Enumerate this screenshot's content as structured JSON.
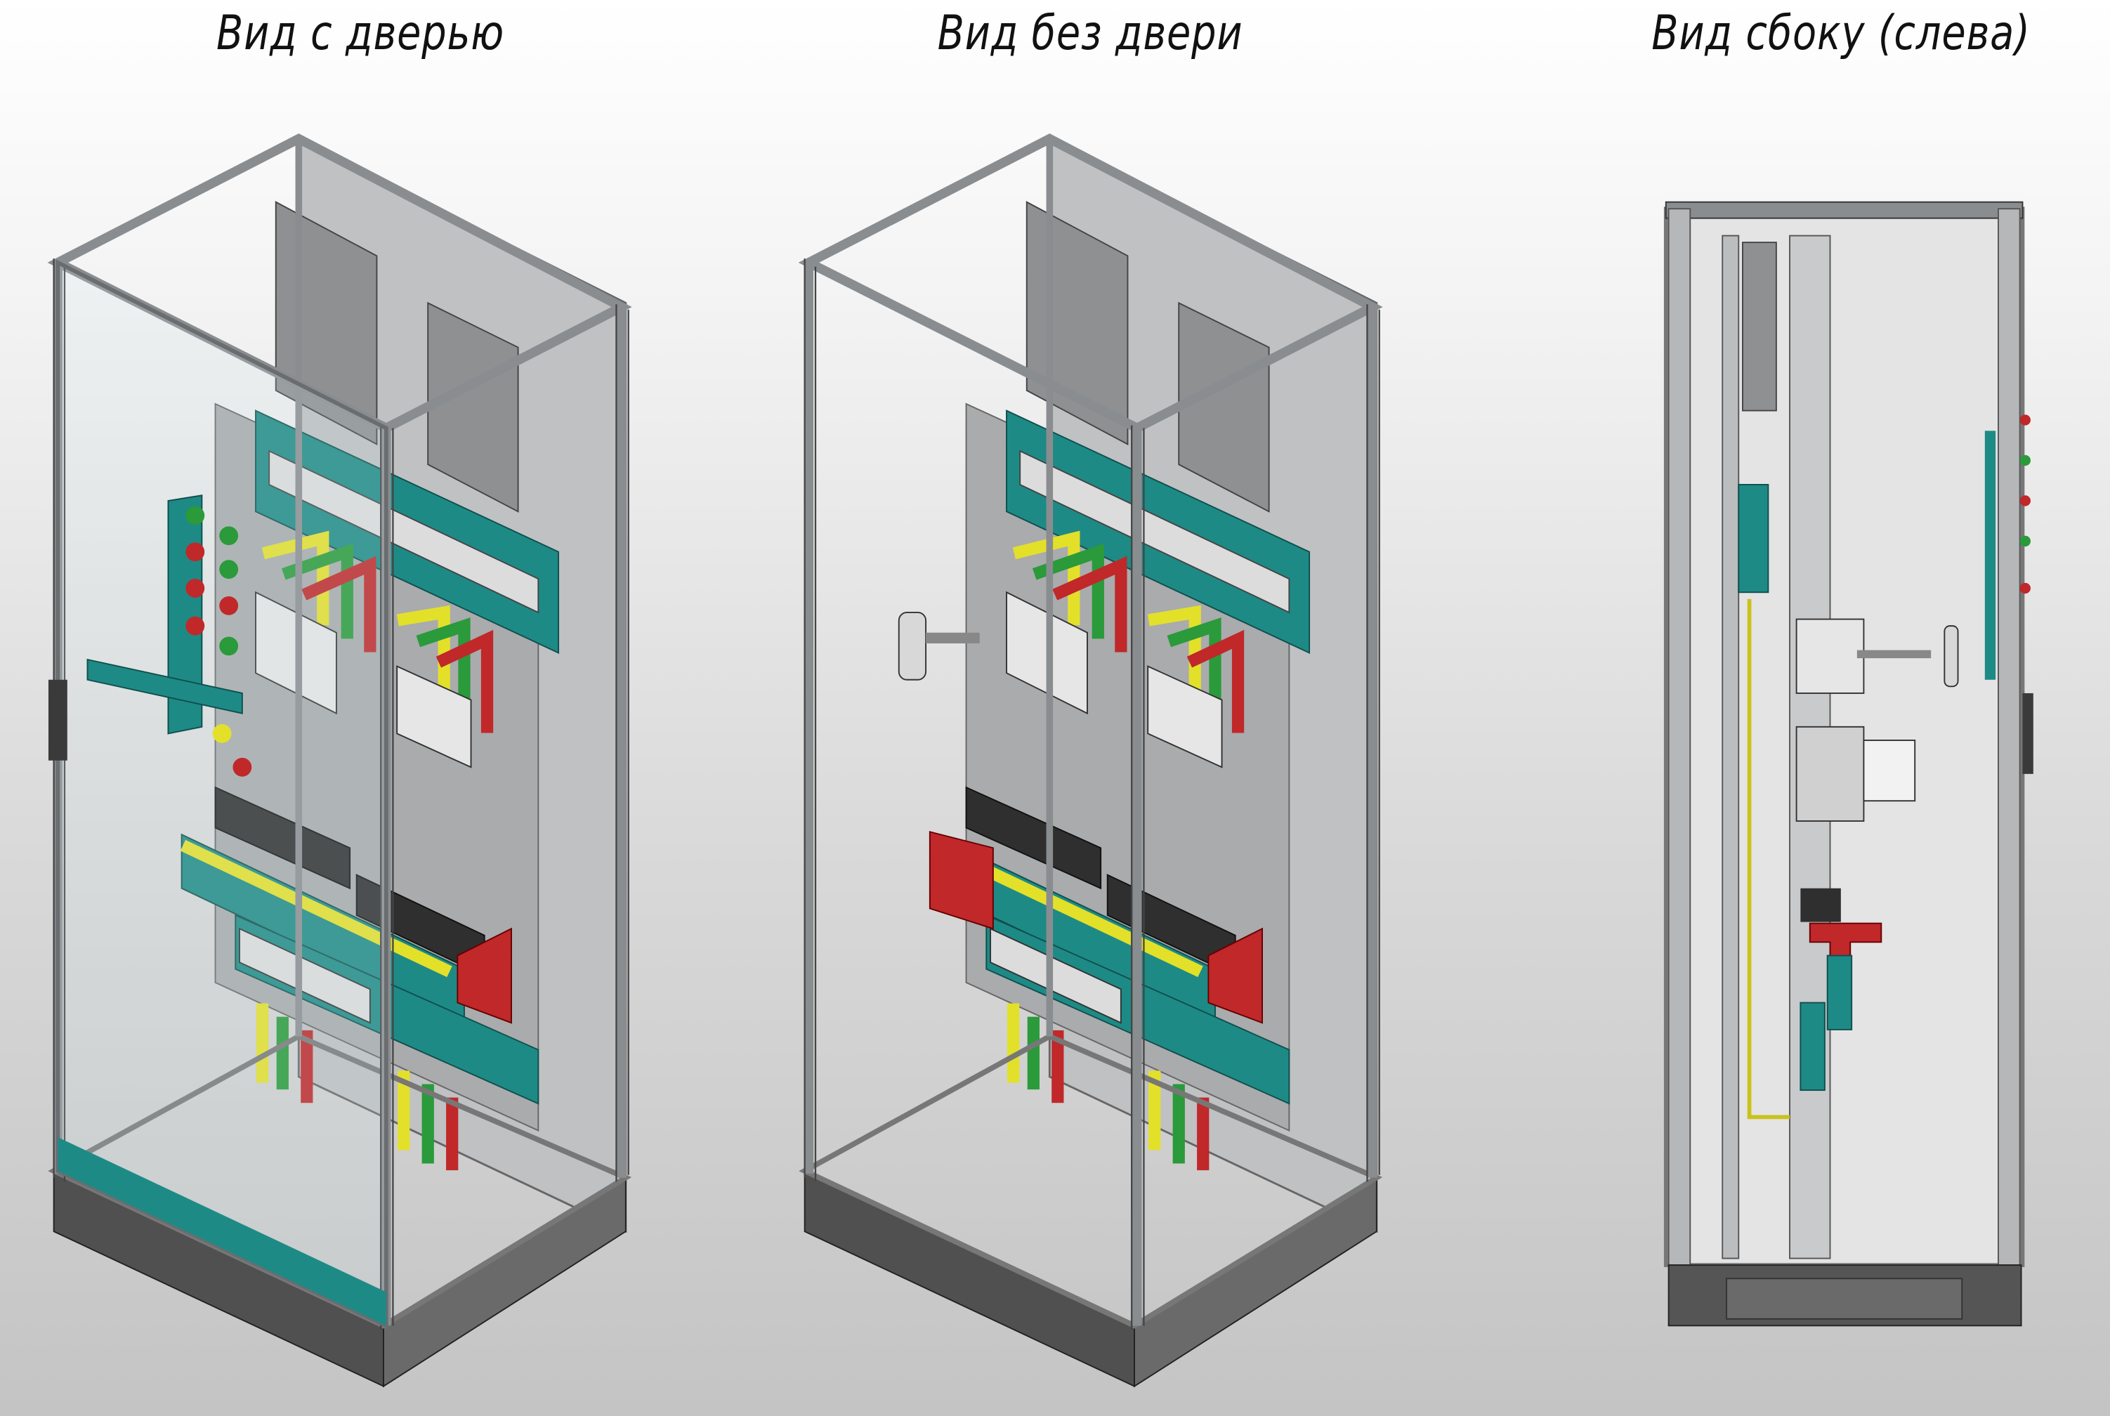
{
  "titles": {
    "with_door": "Вид с дверью",
    "without_door": "Вид без двери",
    "side_left": "Вид сбоку (слева)"
  },
  "colors": {
    "frame": "#8a8d90",
    "teal": "#1e8a86",
    "red": "#c0282a",
    "yellow": "#e3e02a",
    "green": "#2a9a3a",
    "plinth": "#555555"
  }
}
